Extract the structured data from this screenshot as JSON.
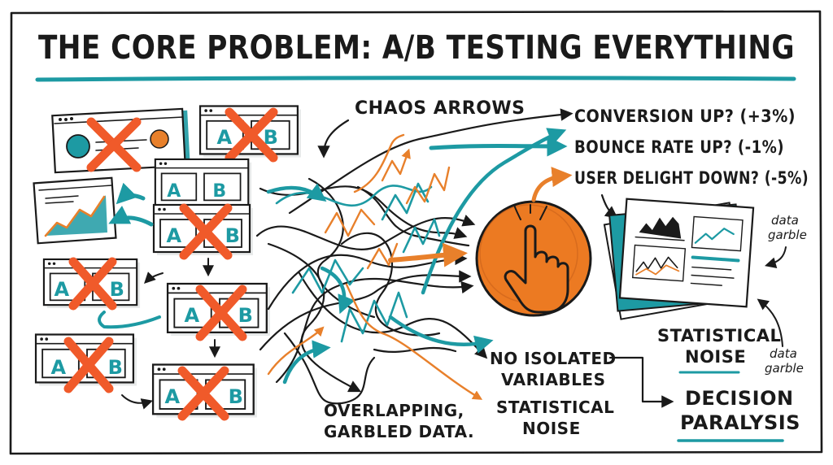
{
  "title": "THE CORE PROBLEM: A/B TESTING EVERYTHING",
  "variant_a": "A",
  "variant_b": "B",
  "labels": {
    "chaos_arrows": "CHAOS ARROWS",
    "conversion": "CONVERSION UP? (+3%)",
    "bounce": "BOUNCE RATE UP? (-1%)",
    "delight": "USER DELIGHT DOWN? (-5%)",
    "data_garble_1": [
      "data",
      "garble"
    ],
    "data_garble_2": [
      "data",
      "garble"
    ],
    "statistical_noise_right": [
      "STATISTICAL",
      "NOISE"
    ],
    "no_isolated": [
      "NO ISOLATED",
      "VARIABLES"
    ],
    "overlapping": [
      "OVERLAPPING,",
      "GARBLED DATA."
    ],
    "statistical_noise_bottom": [
      "STATISTICAL",
      "NOISE"
    ],
    "decision": [
      "DECISION",
      "PARALYSIS"
    ]
  },
  "colors": {
    "ink": "#1a1a1a",
    "teal": "#1d9aa3",
    "orange": "#e8802b",
    "cross_red": "#f05a2a",
    "button_orange": "#ec7a22"
  },
  "icons": {
    "center_button": "hand-pointer-icon",
    "cross": "cross-out-icon"
  }
}
